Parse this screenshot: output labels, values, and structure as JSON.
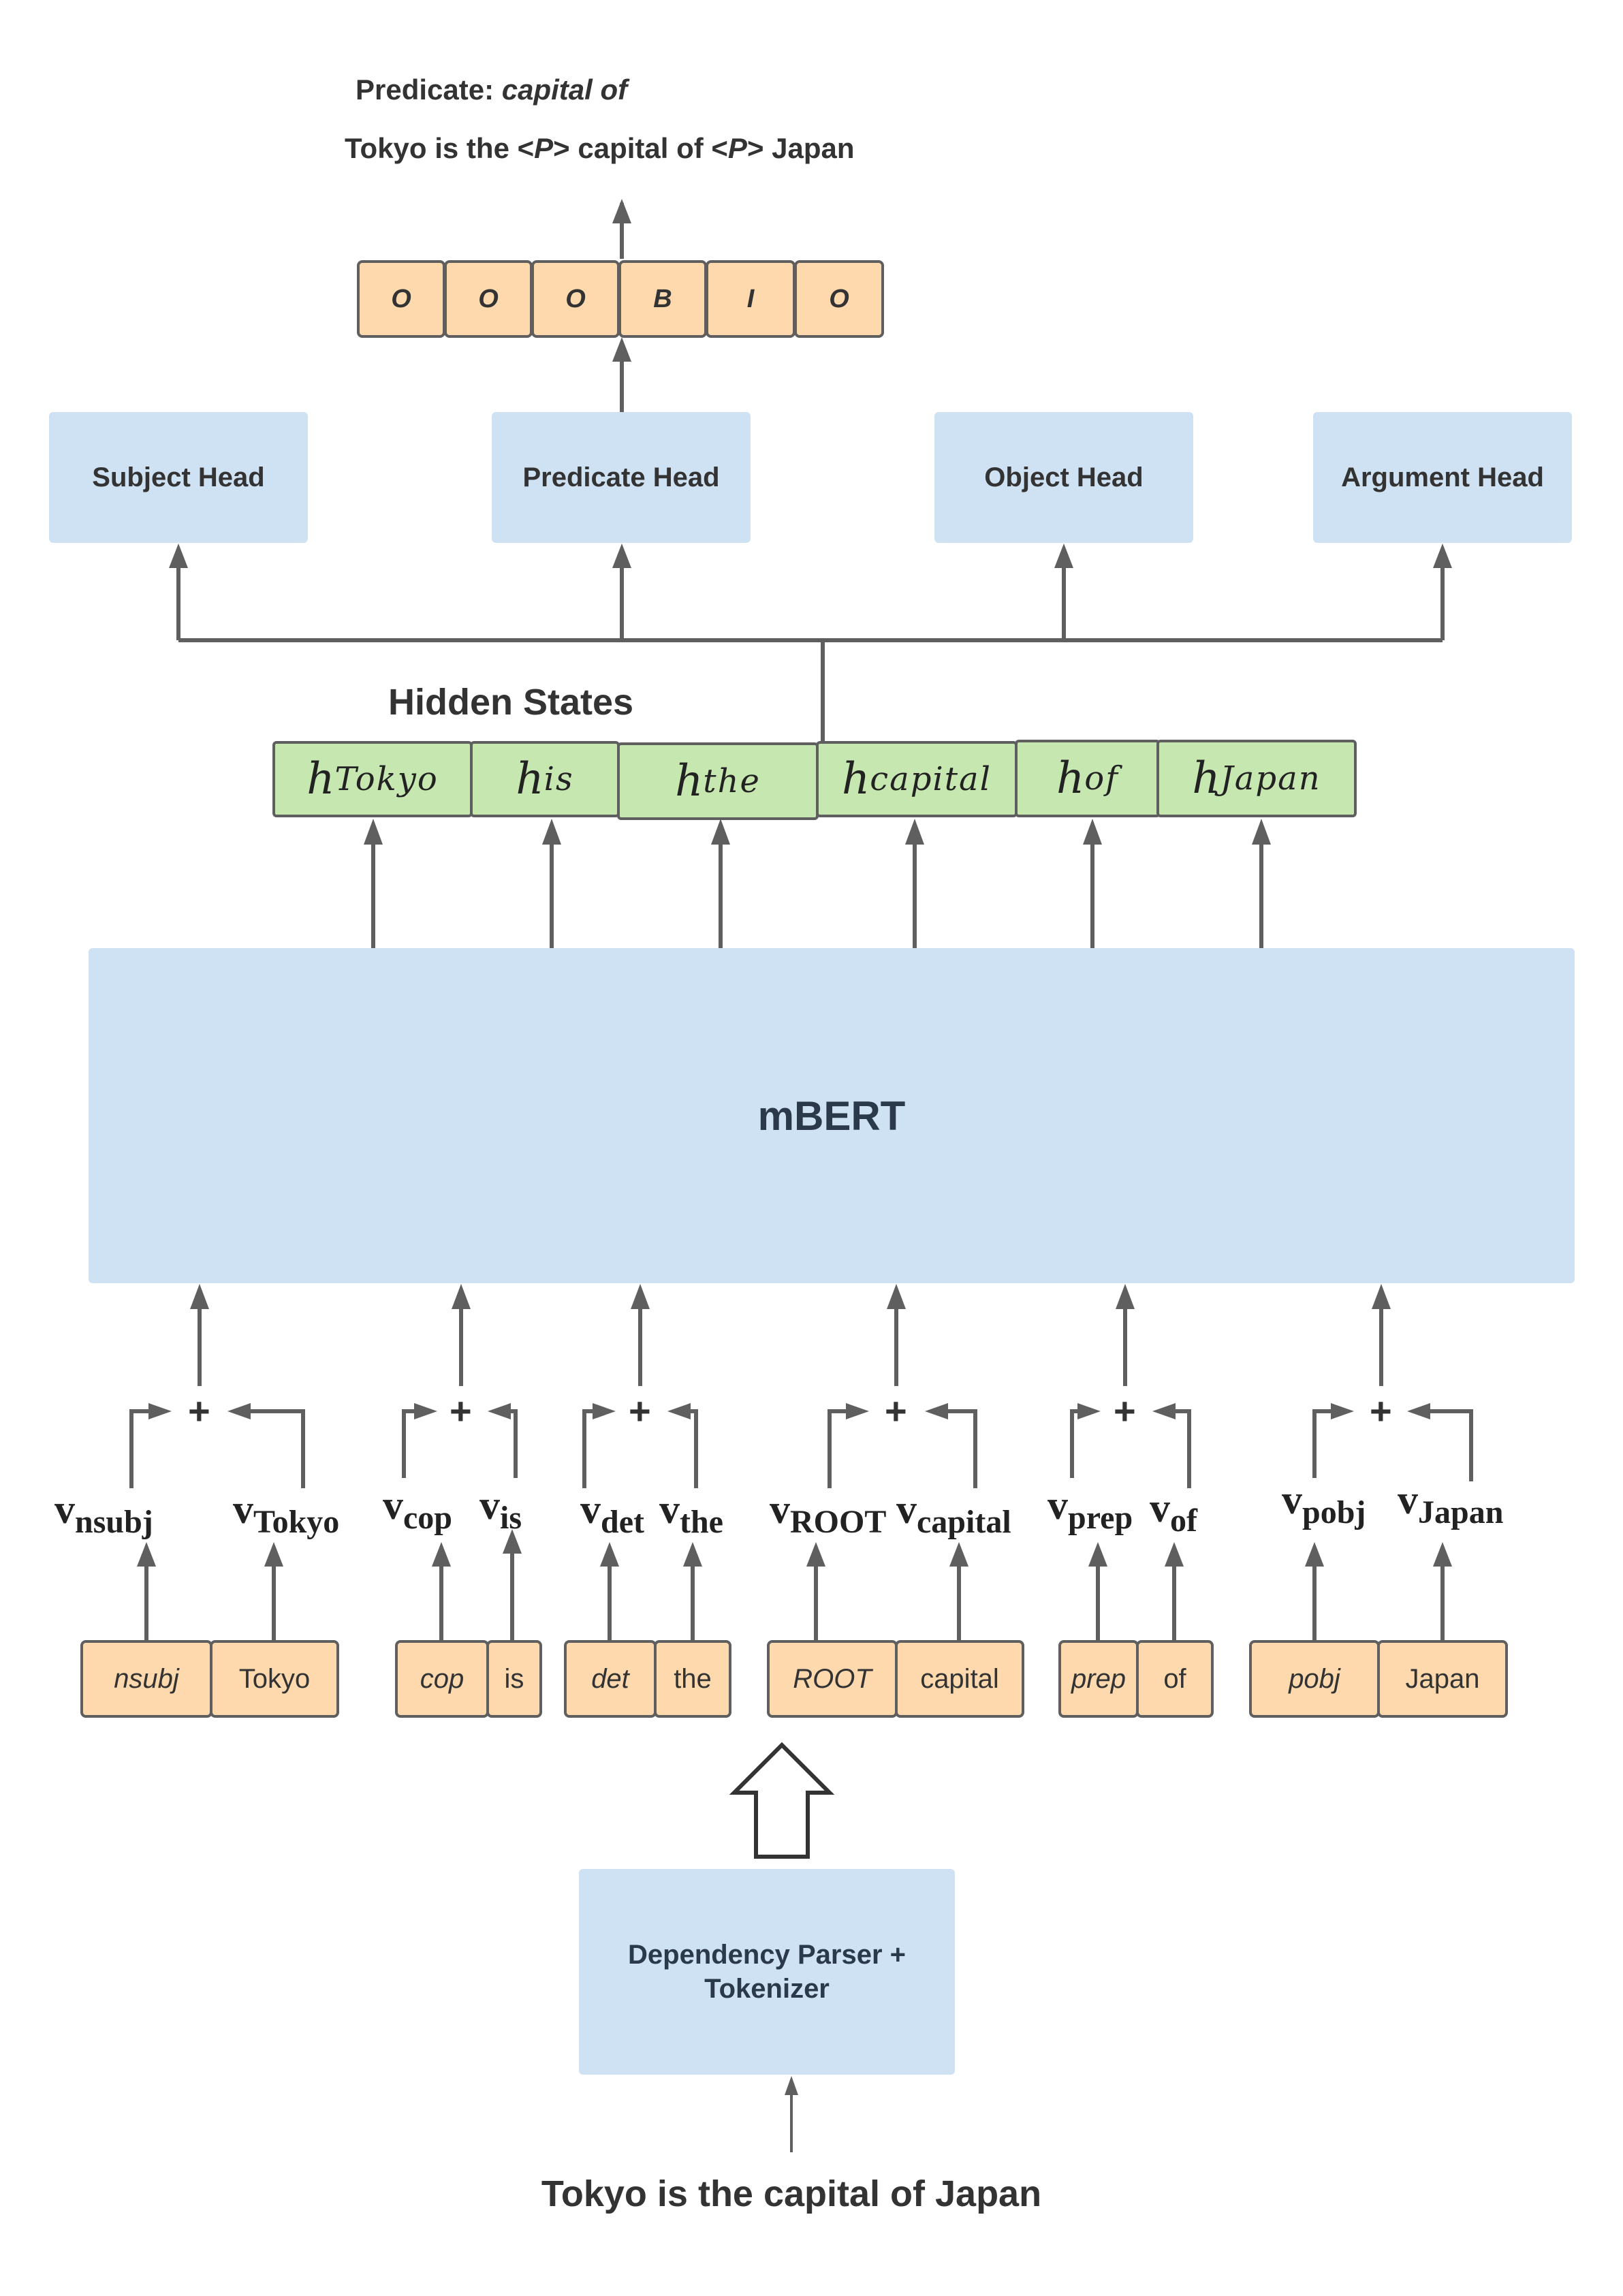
{
  "output": {
    "predicate_prefix": "Predicate: ",
    "predicate_value": "capital of",
    "sentence_parts": [
      "Tokyo is the <",
      "P",
      "> capital of <",
      "P",
      "> Japan"
    ]
  },
  "bio_tags": [
    "O",
    "O",
    "O",
    "B",
    "I",
    "O"
  ],
  "heads": {
    "subject": "Subject Head",
    "predicate": "Predicate Head",
    "object": "Object Head",
    "argument": "Argument Head"
  },
  "hidden_states_label": "Hidden States",
  "hidden_states": [
    {
      "base": "h",
      "sub": "Tokyo"
    },
    {
      "base": "h",
      "sub": "is"
    },
    {
      "base": "h",
      "sub": "the"
    },
    {
      "base": "h",
      "sub": "capital"
    },
    {
      "base": "h",
      "sub": "of"
    },
    {
      "base": "h",
      "sub": "Japan"
    }
  ],
  "encoder_label": "mBERT",
  "plus_symbol": "+",
  "vectors": [
    {
      "rel": "nsubj",
      "word": "Tokyo"
    },
    {
      "rel": "cop",
      "word": "is"
    },
    {
      "rel": "det",
      "word": "the"
    },
    {
      "rel": "ROOT",
      "word": "capital"
    },
    {
      "rel": "prep",
      "word": "of"
    },
    {
      "rel": "pobj",
      "word": "Japan"
    }
  ],
  "vector_symbol": "v",
  "token_pairs": [
    {
      "rel": "nsubj",
      "word": "Tokyo"
    },
    {
      "rel": "cop",
      "word": "is"
    },
    {
      "rel": "det",
      "word": "the"
    },
    {
      "rel": "ROOT",
      "word": "capital"
    },
    {
      "rel": "prep",
      "word": "of"
    },
    {
      "rel": "pobj",
      "word": "Japan"
    }
  ],
  "parser_label": "Dependency Parser + Tokenizer",
  "input_sentence": "Tokyo is the capital of Japan",
  "colors": {
    "head_fill": "#cfe2f3",
    "tag_fill": "#fdd9ad",
    "hidden_fill": "#c6e7b0",
    "stroke": "#5f5f5f"
  }
}
